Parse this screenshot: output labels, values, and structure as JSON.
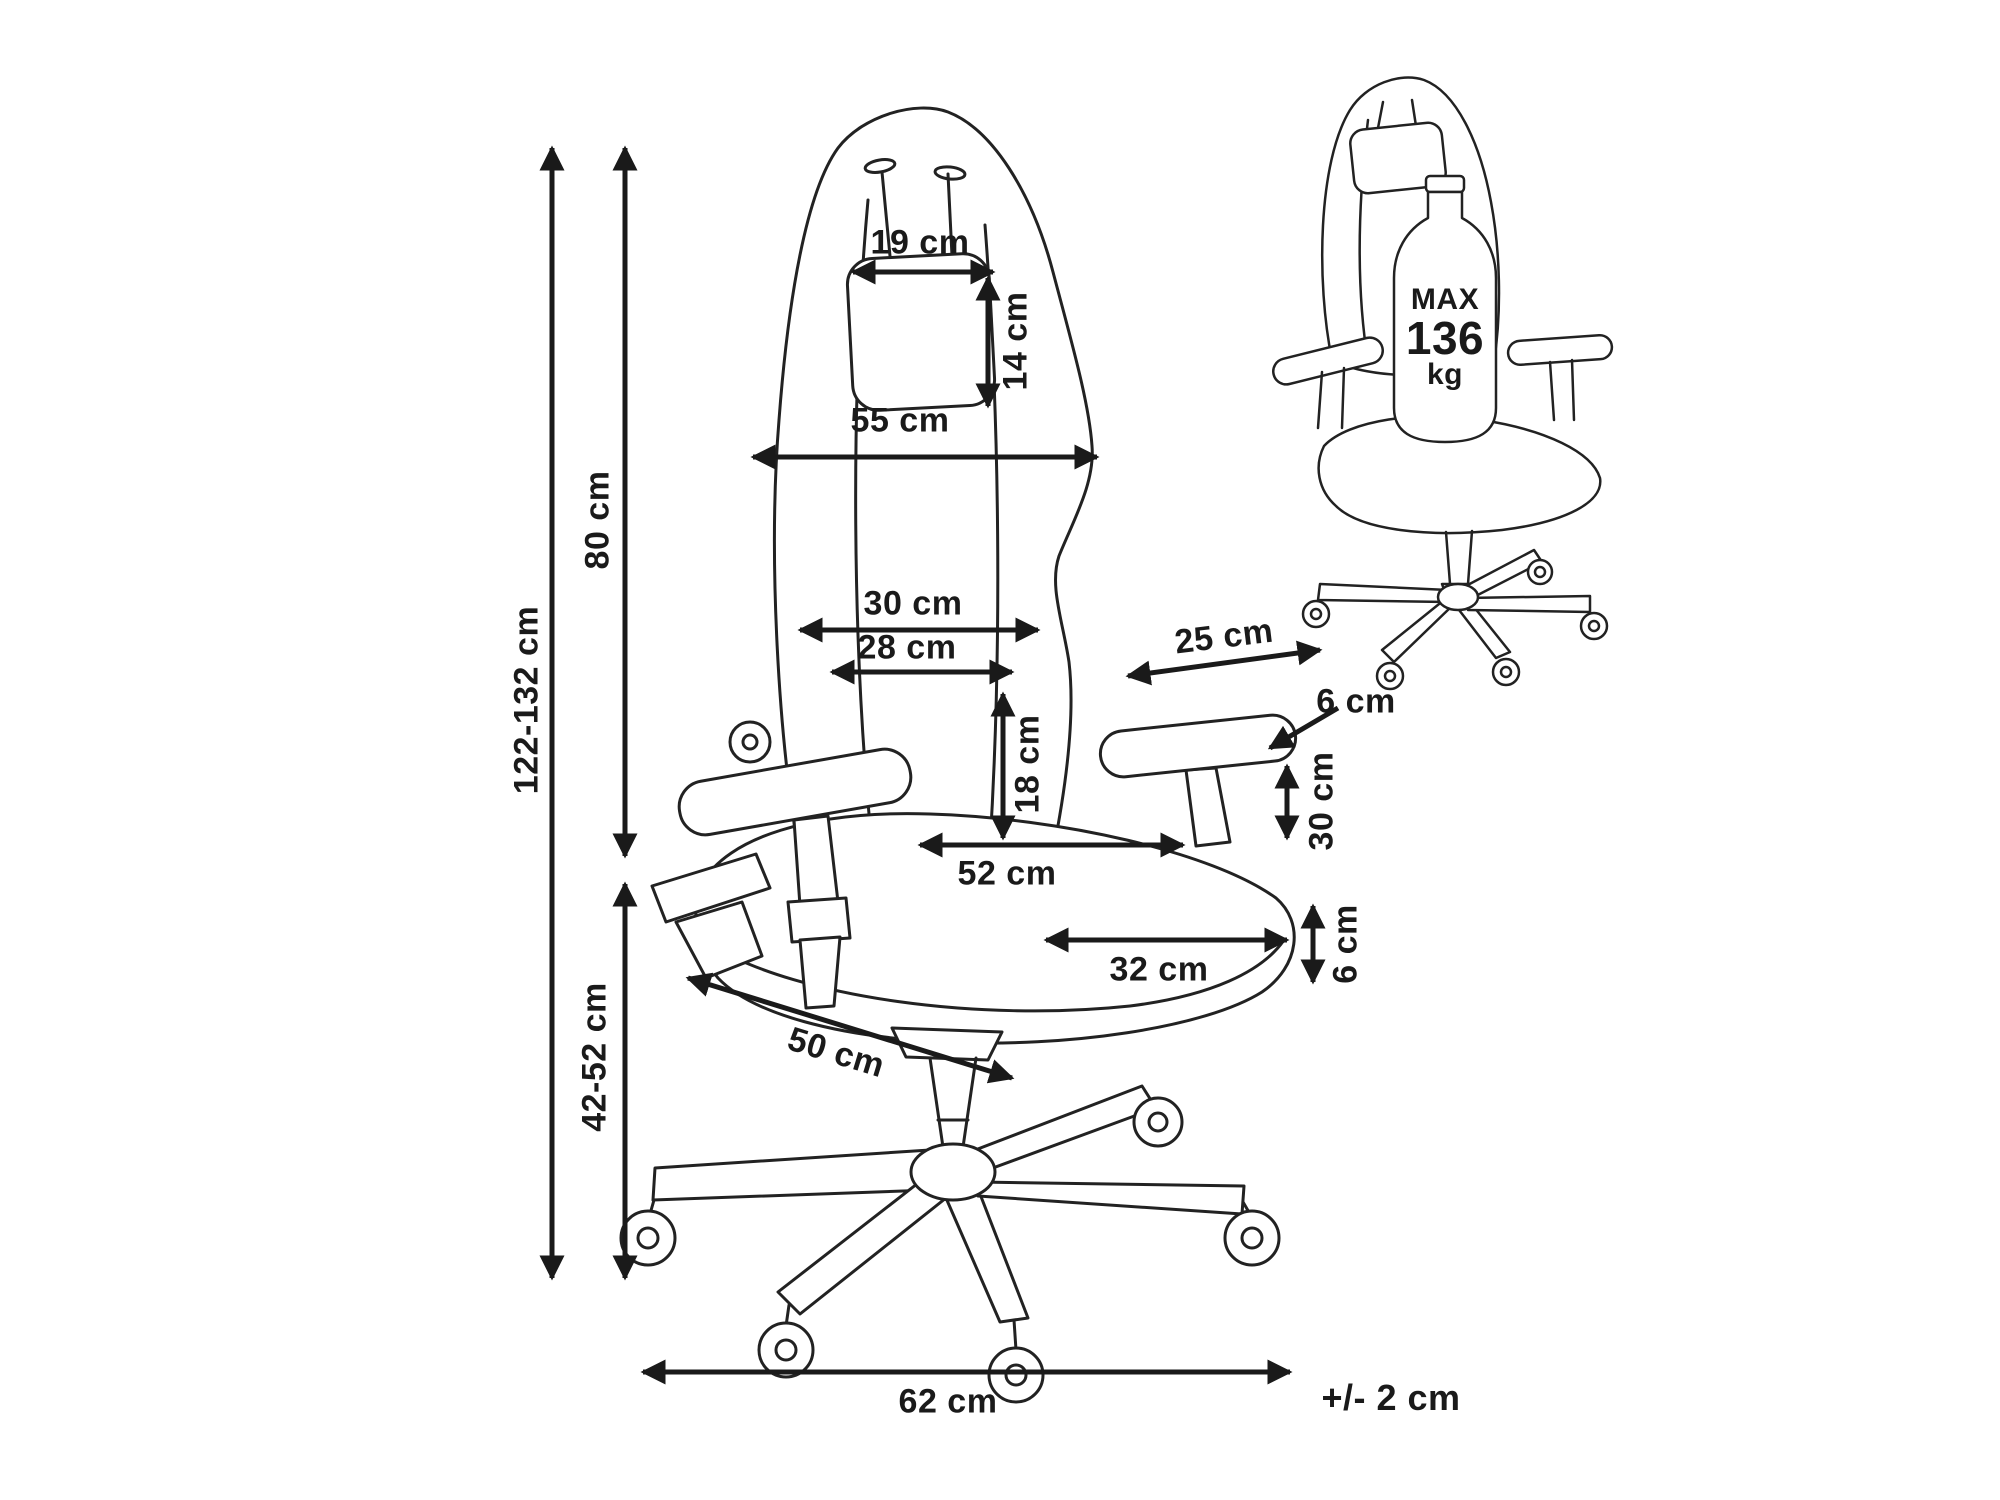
{
  "colors": {
    "line": "#1a1a1a",
    "background": "#ffffff"
  },
  "weight_capacity": {
    "max_label": "MAX",
    "value": "136",
    "unit": "kg"
  },
  "tolerance_note": "+/- 2 cm",
  "dimensions": {
    "total_height": "122-132 cm",
    "backrest_height": "80 cm",
    "seat_height_range": "42-52 cm",
    "headrest_width": "19 cm",
    "headrest_height": "14 cm",
    "backrest_width": "55 cm",
    "backrest_mid_width": "30 cm",
    "lumbar_width": "28 cm",
    "lumbar_height": "18 cm",
    "armrest_length": "25 cm",
    "armrest_thickness": "6 cm",
    "armrest_height_adjust": "30 cm",
    "seat_width": "52 cm",
    "seat_cushion_width": "32 cm",
    "seat_cushion_thickness": "6 cm",
    "seat_depth": "50 cm",
    "base_width": "62 cm"
  }
}
